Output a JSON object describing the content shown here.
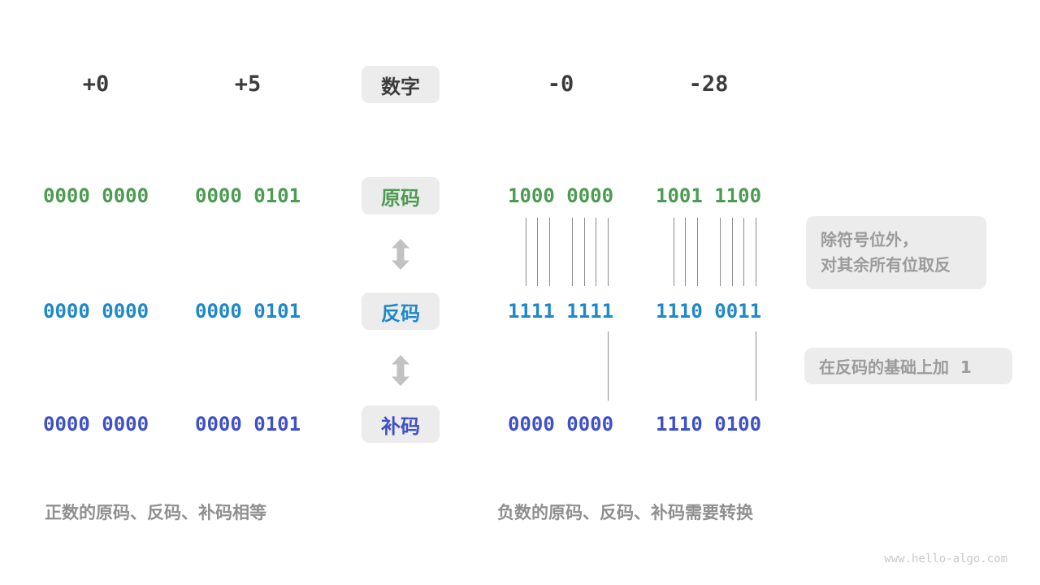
{
  "page": {
    "watermark": "www.hello-algo.com"
  },
  "colors": {
    "number_text": "#3b3b3b",
    "sign_magnitude_green": "#4d9b52",
    "ones_complement_blue": "#1e88c8",
    "twos_complement_indigo": "#3e50c8",
    "box_background": "#ececec",
    "annotation_gray": "#9b9b9b",
    "caption_gray": "#8f8f8f",
    "connector_line_gray": "#8c8c8c",
    "arrow_gray": "#c2c2c2"
  },
  "header": {
    "label": "数字",
    "values": [
      "+0",
      "+5",
      "-0",
      "-28"
    ]
  },
  "rows": [
    {
      "label": "原码",
      "values": [
        "0000 0000",
        "0000 0101",
        "1000 0000",
        "1001 1100"
      ]
    },
    {
      "label": "反码",
      "values": [
        "0000 0000",
        "0000 0101",
        "1111 1111",
        "1110 0011"
      ]
    },
    {
      "label": "补码",
      "values": [
        "0000 0000",
        "0000 0101",
        "0000 0000",
        "1110 0100"
      ]
    }
  ],
  "annotations": {
    "invert_line1": "除符号位外，",
    "invert_line2": "对其余所有位取反",
    "add_one": "在反码的基础上加  1"
  },
  "captions": {
    "positive": "正数的原码、反码、补码相等",
    "negative": "负数的原码、反码、补码需要转换"
  }
}
